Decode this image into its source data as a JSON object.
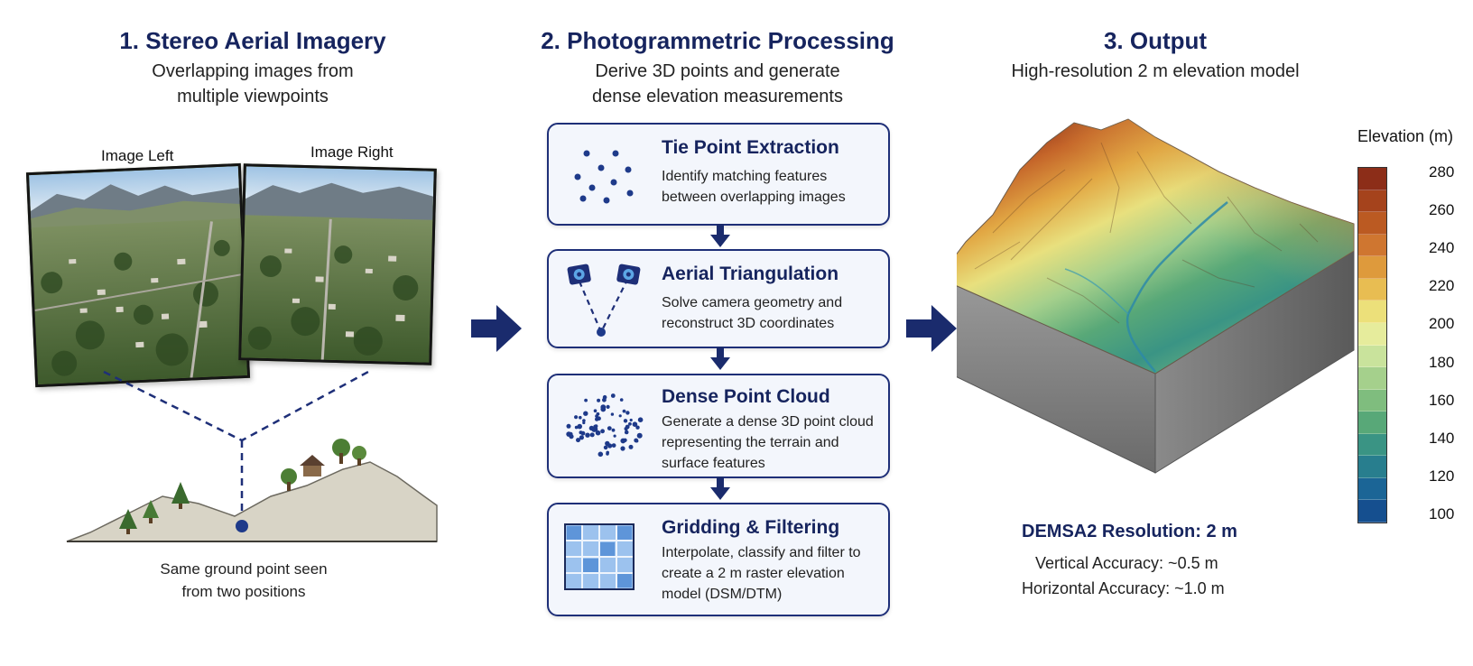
{
  "columns": [
    {
      "title": "1. Stereo Aerial Imagery",
      "subtitle_lines": [
        "Overlapping images from",
        "multiple viewpoints"
      ]
    },
    {
      "title": "2. Photogrammetric Processing",
      "subtitle_lines": [
        "Derive 3D points and generate",
        "dense elevation measurements"
      ]
    },
    {
      "title": "3. Output",
      "subtitle_lines": [
        "High-resolution 2 m elevation model"
      ]
    }
  ],
  "stereo": {
    "image_left_label": "Image Left",
    "image_right_label": "Image Right",
    "ground_caption_lines": [
      "Same ground point seen",
      "from two positions"
    ]
  },
  "steps": [
    {
      "title": "Tie Point Extraction",
      "description": "Identify matching features between overlapping images",
      "icon": "scattered-points-icon"
    },
    {
      "title": "Aerial Triangulation",
      "description": "Solve camera geometry and reconstruct 3D coordinates",
      "icon": "camera-triangulation-icon"
    },
    {
      "title": "Dense Point Cloud",
      "description": "Generate a dense 3D point cloud representing the terrain and surface features",
      "icon": "point-cloud-icon"
    },
    {
      "title": "Gridding & Filtering",
      "description": "Interpolate, classify and filter to create a 2 m raster elevation model (DSM/DTM)",
      "icon": "raster-grid-icon"
    }
  ],
  "legend": {
    "title": "Elevation (m)",
    "ticks": [
      "280",
      "260",
      "240",
      "220",
      "200",
      "180",
      "160",
      "140",
      "120",
      "100"
    ],
    "colors_top_to_bottom": [
      "#8c2d18",
      "#a5431c",
      "#bb5a22",
      "#cf7630",
      "#de9a3c",
      "#e8bd52",
      "#ece07a",
      "#e6ec9c",
      "#c9e39c",
      "#a5d08c",
      "#7fbd7e",
      "#58a878",
      "#3a9484",
      "#287e8e",
      "#1b6596",
      "#154f8f"
    ]
  },
  "accuracy": {
    "title": "DEMSA2 Resolution: 2 m",
    "vertical": "Vertical Accuracy: ~0.5 m",
    "horizontal": "Horizontal Accuracy: ~1.0 m"
  },
  "colors": {
    "navy": "#16245e",
    "arrow": "#1a2b6d",
    "box_border": "#1e2f78",
    "box_fill": "#f3f6fc"
  }
}
